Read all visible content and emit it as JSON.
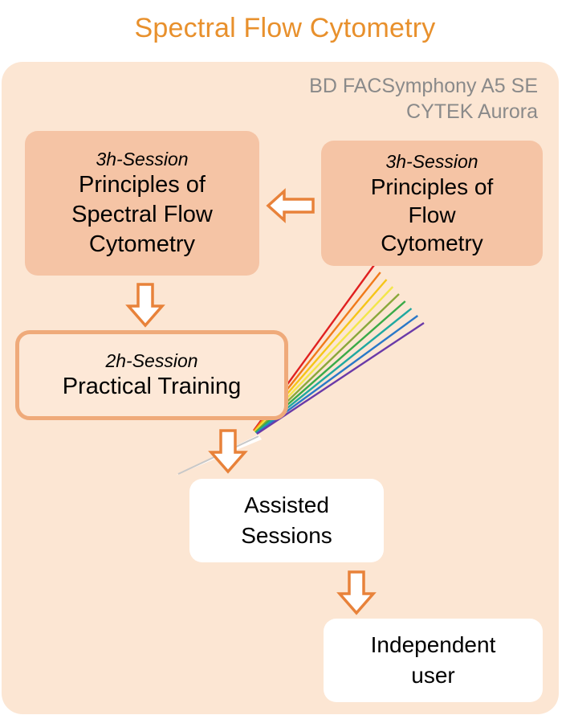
{
  "title": "Spectral Flow Cytometry",
  "instruments": [
    "BD FACSymphony A5 SE",
    "CYTEK Aurora"
  ],
  "boxes": {
    "spectral": {
      "session": "3h-Session",
      "lines": [
        "Principles of",
        "Spectral Flow",
        "Cytometry"
      ]
    },
    "flow": {
      "session": "3h-Session",
      "lines": [
        "Principles of",
        "Flow",
        "Cytometry"
      ]
    },
    "practical": {
      "session": "2h-Session",
      "lines": [
        "Practical Training"
      ]
    },
    "assisted": {
      "lines": [
        "Assisted",
        "Sessions"
      ]
    },
    "independent": {
      "lines": [
        "Independent",
        "user"
      ]
    }
  },
  "colors": {
    "title": "#e8902c",
    "panel": "#fce6d3",
    "session_box": "#f5c4a5",
    "arrow": "#e8823a",
    "instrument_text": "#8a8a8a",
    "spectrum": [
      "#e02020",
      "#f07a1a",
      "#f5c518",
      "#f2e64a",
      "#8aa83a",
      "#3aaa48",
      "#20a8a0",
      "#2a78c8",
      "#6a3aa8"
    ]
  },
  "icons": [
    "left-arrow-icon",
    "down-arrow-icon",
    "prism-spectrum-icon"
  ]
}
